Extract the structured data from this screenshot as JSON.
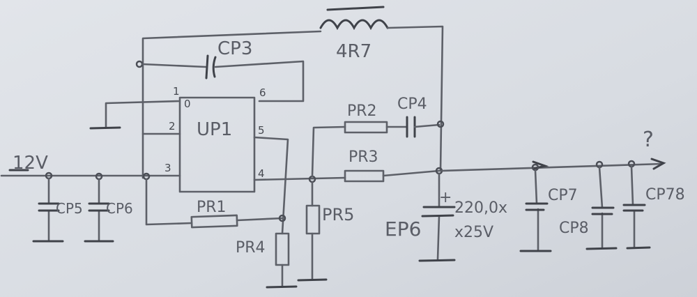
{
  "components": {
    "inductor": "4R7",
    "cp3": "CP3",
    "ic": "UP1",
    "pins": {
      "p1": "1",
      "p2": "2",
      "p3": "3",
      "p4": "4",
      "p5": "5",
      "p6": "6",
      "dot": "0"
    },
    "pr1": "PR1",
    "pr2": "PR2",
    "pr3": "PR3",
    "pr4": "PR4",
    "pr5": "PR5",
    "cp4": "CP4",
    "cp5": "CP5",
    "cp6": "CP6",
    "ep6": "EP6",
    "ep6_value": "220,0x",
    "ep6_voltage": "x25V",
    "ep6_plus": "+",
    "cp7": "CP7",
    "cp8": "CP8",
    "cp78": "CP78"
  },
  "input_voltage": "12V",
  "output_unknown": "?",
  "colors": {
    "paper": "#d9dde3",
    "pencil": "#5d6068"
  }
}
